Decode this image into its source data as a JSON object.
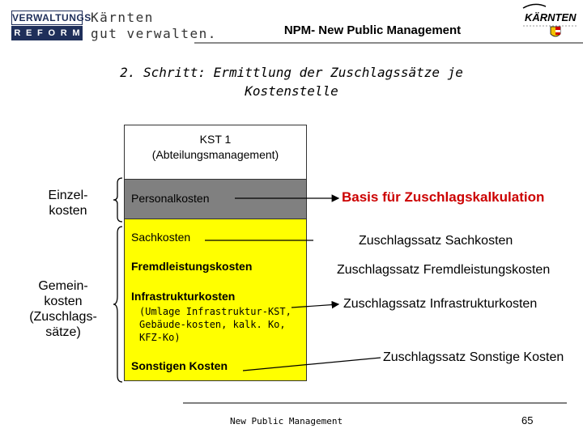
{
  "header": {
    "logo_top": "VERWALTUNGS",
    "logo_bottom_letters": [
      "R",
      "E",
      "F",
      "O",
      "R",
      "M"
    ],
    "logo_line1": "Kärnten",
    "logo_line2": "gut verwalten.",
    "title": "NPM- New Public Management",
    "emblem_text": "KÄRNTEN"
  },
  "slide": {
    "title_line1": "2. Schritt: Ermittlung der Zuschlagssätze je",
    "title_line2": "Kostenstelle"
  },
  "table": {
    "head_line1": "KST 1",
    "head_line2": "(Abteilungsmanagement)",
    "rows": {
      "personal": "Personalkosten",
      "sach": "Sachkosten",
      "fremd": "Fremdleistungskosten",
      "infra": "Infrastrukturkosten",
      "infra_sub": "(Umlage Infrastruktur-KST, Gebäude-kosten, kalk. Ko, KFZ-Ko)",
      "sonst": "Sonstigen Kosten"
    }
  },
  "labels": {
    "einzel_line1": "Einzel-",
    "einzel_line2": "kosten",
    "gemein_line1": "Gemein-",
    "gemein_line2": "kosten",
    "gemein_line3": "(Zuschlags-",
    "gemein_line4": "sätze)"
  },
  "right": {
    "basis": "Basis für Zuschlagskalkulation",
    "sach": "Zuschlagssatz Sachkosten",
    "fremd": "Zuschlagssatz Fremdleistungskosten",
    "infra": "Zuschlagssatz Infrastrukturkosten",
    "sonst": "Zuschlagssatz Sonstige Kosten"
  },
  "footer": {
    "text": "New Public Management",
    "page": "65"
  },
  "colors": {
    "yellow": "#ffff00",
    "grey": "#808080",
    "basis_red": "#cc0000",
    "navy": "#1f2f5a"
  }
}
